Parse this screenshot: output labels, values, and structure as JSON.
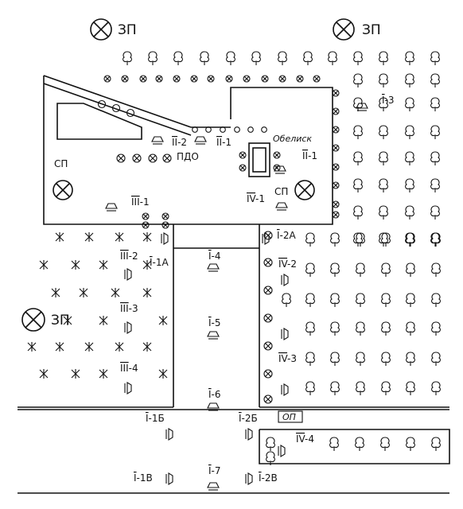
{
  "zones": {
    "zp_label": "ЗП",
    "sp_label": "СП",
    "pdo_label": "ПДО",
    "obelisk_label": "Обелиск",
    "op_label": "ОП"
  },
  "positions": [
    {
      "id": "II-2",
      "prefix": "II",
      "suffix": "-2"
    },
    {
      "id": "II-1a",
      "prefix": "II",
      "suffix": "-1"
    },
    {
      "id": "II-1b",
      "prefix": "II",
      "suffix": "-1"
    },
    {
      "id": "III-1",
      "prefix": "III",
      "suffix": "-1"
    },
    {
      "id": "IV-1",
      "prefix": "IV",
      "suffix": "-1"
    },
    {
      "id": "I-3",
      "prefix": "I",
      "suffix": "-3"
    },
    {
      "id": "I-1A",
      "prefix": "I",
      "suffix": "-1A"
    },
    {
      "id": "III-2",
      "prefix": "III",
      "suffix": "-2"
    },
    {
      "id": "III-3",
      "prefix": "III",
      "suffix": "-3"
    },
    {
      "id": "III-4",
      "prefix": "III",
      "suffix": "-4"
    },
    {
      "id": "I-4",
      "prefix": "I",
      "suffix": "-4"
    },
    {
      "id": "I-5",
      "prefix": "I",
      "suffix": "-5"
    },
    {
      "id": "I-6",
      "prefix": "I",
      "suffix": "-6"
    },
    {
      "id": "I-7",
      "prefix": "I",
      "suffix": "-7"
    },
    {
      "id": "I-2A",
      "prefix": "I",
      "suffix": "-2A"
    },
    {
      "id": "IV-2",
      "prefix": "IV",
      "suffix": "-2"
    },
    {
      "id": "IV-3",
      "prefix": "IV",
      "suffix": "-3"
    },
    {
      "id": "IV-4",
      "prefix": "IV",
      "suffix": "-4"
    },
    {
      "id": "I-1Б",
      "prefix": "I",
      "suffix": "-1Б"
    },
    {
      "id": "I-2Б",
      "prefix": "I",
      "suffix": "-2Б"
    },
    {
      "id": "I-1В",
      "prefix": "I",
      "suffix": "-1В"
    },
    {
      "id": "I-2В",
      "prefix": "I",
      "suffix": "-2В"
    }
  ]
}
